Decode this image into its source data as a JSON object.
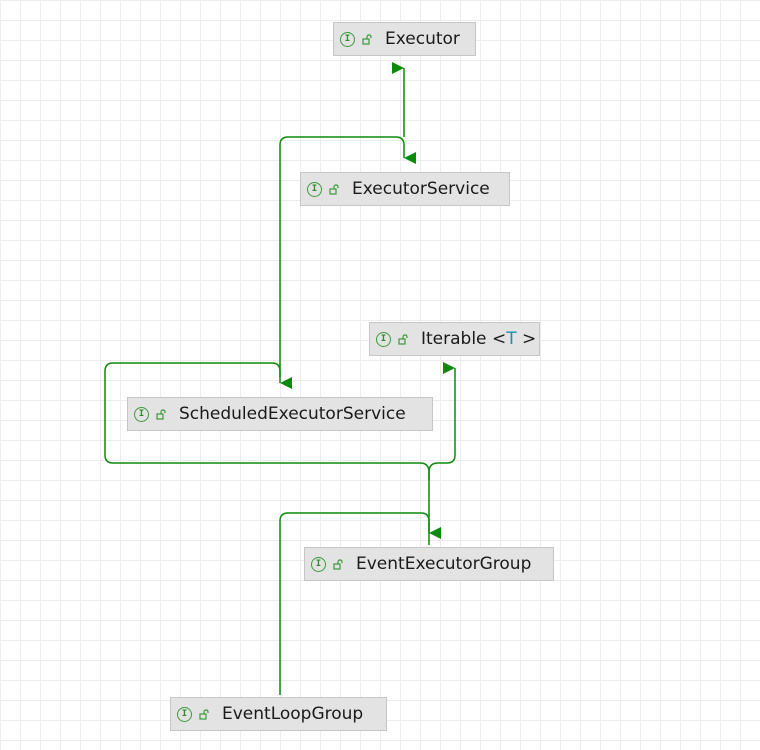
{
  "diagram": {
    "icon_letter": "I",
    "colors": {
      "edge": "#0c8a0c",
      "node_fill": "#e3e3e3",
      "node_border": "#c6c6c6",
      "interface_icon": "#3c9a3c",
      "type_param": "#1e8fa6"
    },
    "nodes": [
      {
        "id": "executor",
        "label": "Executor"
      },
      {
        "id": "executor-service",
        "label": "ExecutorService"
      },
      {
        "id": "iterable",
        "label": "Iterable",
        "type_param_open": "<",
        "type_param": "T",
        "type_param_close": ">"
      },
      {
        "id": "scheduled-executor-service",
        "label": "ScheduledExecutorService"
      },
      {
        "id": "event-executor-group",
        "label": "EventExecutorGroup"
      },
      {
        "id": "event-loop-group",
        "label": "EventLoopGroup"
      }
    ],
    "edges": [
      {
        "from": "executor-service",
        "to": "executor",
        "relation": "extends"
      },
      {
        "from": "scheduled-executor-service",
        "to": "executor-service",
        "relation": "extends"
      },
      {
        "from": "event-executor-group",
        "to": "scheduled-executor-service",
        "relation": "extends"
      },
      {
        "from": "event-executor-group",
        "to": "iterable",
        "relation": "extends"
      },
      {
        "from": "event-loop-group",
        "to": "event-executor-group",
        "relation": "extends"
      }
    ]
  }
}
